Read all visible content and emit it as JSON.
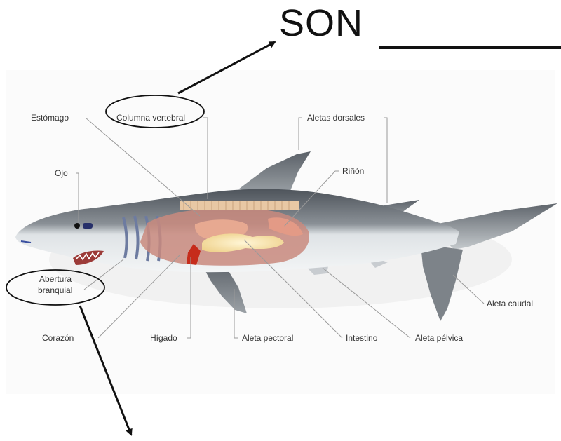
{
  "heading": {
    "text": "SON"
  },
  "labels": {
    "estomago": "Estómago",
    "columna": "Columna vertebral",
    "aletas_dorsales": "Aletas dorsales",
    "ojo": "Ojo",
    "rinon": "Riñón",
    "abertura_1": "Abertura",
    "abertura_2": "branquial",
    "corazon": "Corazón",
    "higado": "Hígado",
    "aleta_pectoral": "Aleta pectoral",
    "intestino": "Intestino",
    "aleta_pelvica": "Aleta pélvica",
    "aleta_caudal": "Aleta caudal"
  },
  "colors": {
    "shark_back": "#5b6168",
    "shark_belly": "#e9ecee",
    "organs": "#c98a7e",
    "liver": "#f3dca0",
    "heart": "#c62c1b",
    "spine": "#e8c8a4",
    "annotation": "#111111"
  }
}
